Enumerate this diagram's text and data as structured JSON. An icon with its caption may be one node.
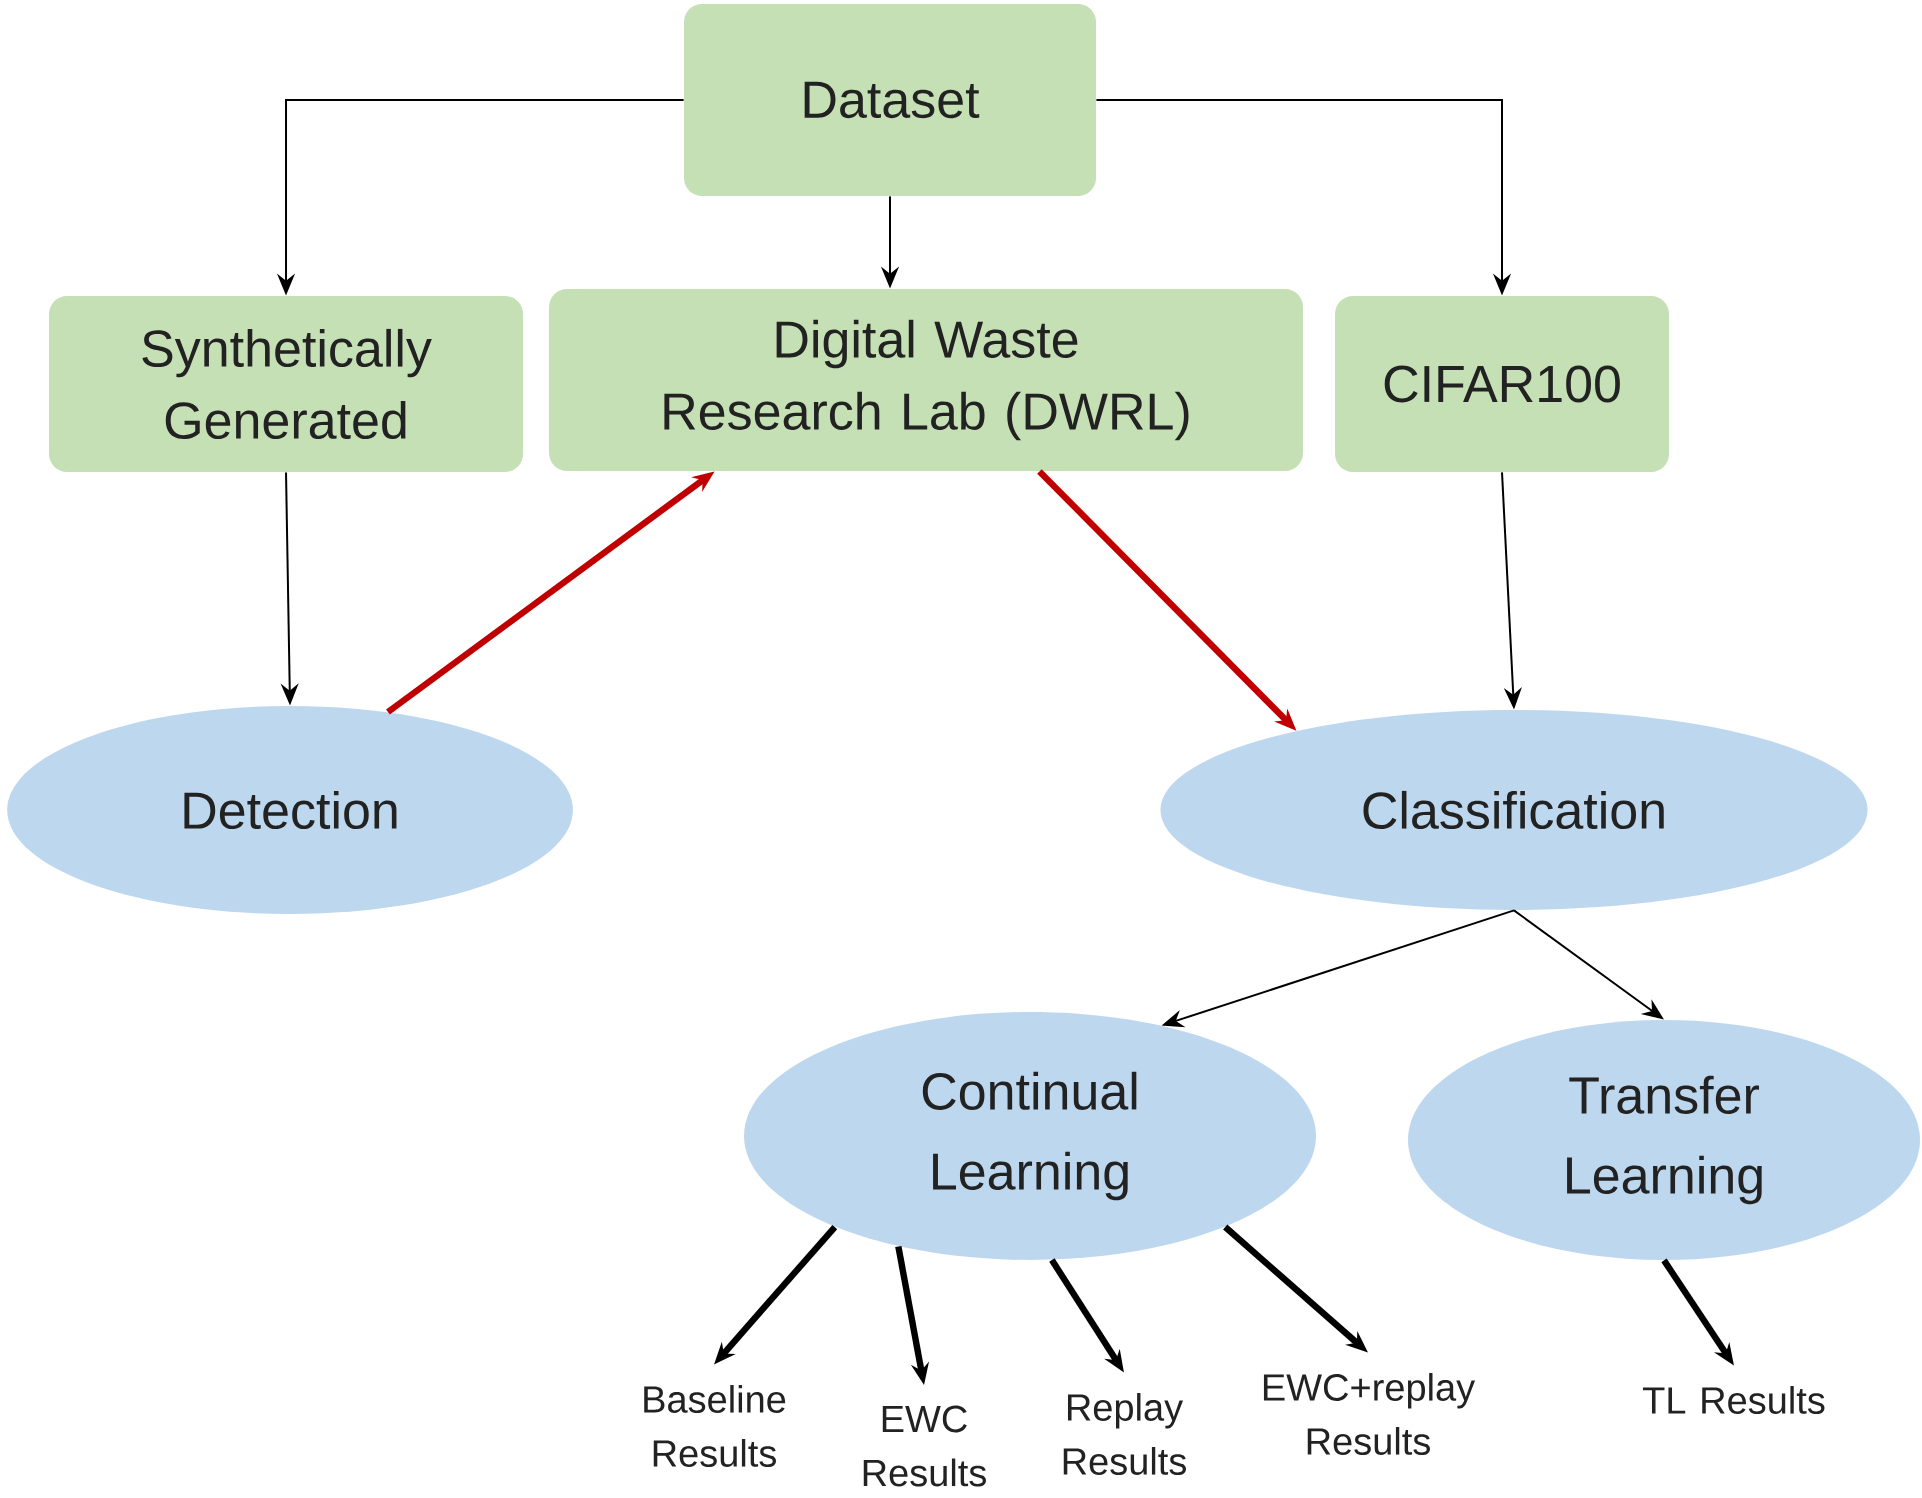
{
  "diagram": {
    "nodes": [
      {
        "text": [
          "Dataset"
        ]
      },
      {
        "text": [
          "Synthetically Generated"
        ]
      },
      {
        "text": [
          "Digital Waste Research Lab (DWRL)"
        ]
      },
      {
        "text": [
          "CIFAR100"
        ]
      },
      {
        "text": [
          "Detection"
        ]
      },
      {
        "text": [
          "Classification"
        ]
      },
      {
        "text": [
          "Continual Learning"
        ]
      },
      {
        "text": [
          "Transfer Learning"
        ]
      },
      {
        "text": [
          "Baseline Results"
        ]
      },
      {
        "text": [
          "EWC Results"
        ]
      },
      {
        "text": [
          "Replay Results"
        ]
      },
      {
        "text": [
          "EWC+replay Results"
        ]
      },
      {
        "text": [
          "TL Results"
        ]
      }
    ],
    "edges": [
      {
        "from": 0,
        "to": 1,
        "arrow": "to"
      },
      {
        "from": 0,
        "to": 2,
        "arrow": "to"
      },
      {
        "from": 0,
        "to": 3,
        "arrow": "to"
      },
      {
        "from": 1,
        "to": 4,
        "arrow": "to"
      },
      {
        "from": 4,
        "to": 2,
        "arrow": "to",
        "style": "thick",
        "color": "#c00000"
      },
      {
        "from": 2,
        "to": 5,
        "arrow": "to",
        "style": "thick",
        "color": "#c00000"
      },
      {
        "from": 3,
        "to": 5,
        "arrow": "to"
      },
      {
        "from": 5,
        "to": 6,
        "arrow": "to"
      },
      {
        "from": 5,
        "to": 7,
        "arrow": "to"
      },
      {
        "from": 6,
        "to": 8,
        "arrow": "to",
        "style": "thick"
      },
      {
        "from": 6,
        "to": 9,
        "arrow": "to",
        "style": "thick"
      },
      {
        "from": 6,
        "to": 10,
        "arrow": "to",
        "style": "thick"
      },
      {
        "from": 6,
        "to": 11,
        "arrow": "to",
        "style": "thick"
      },
      {
        "from": 7,
        "to": 12,
        "arrow": "to",
        "style": "thick"
      }
    ]
  }
}
